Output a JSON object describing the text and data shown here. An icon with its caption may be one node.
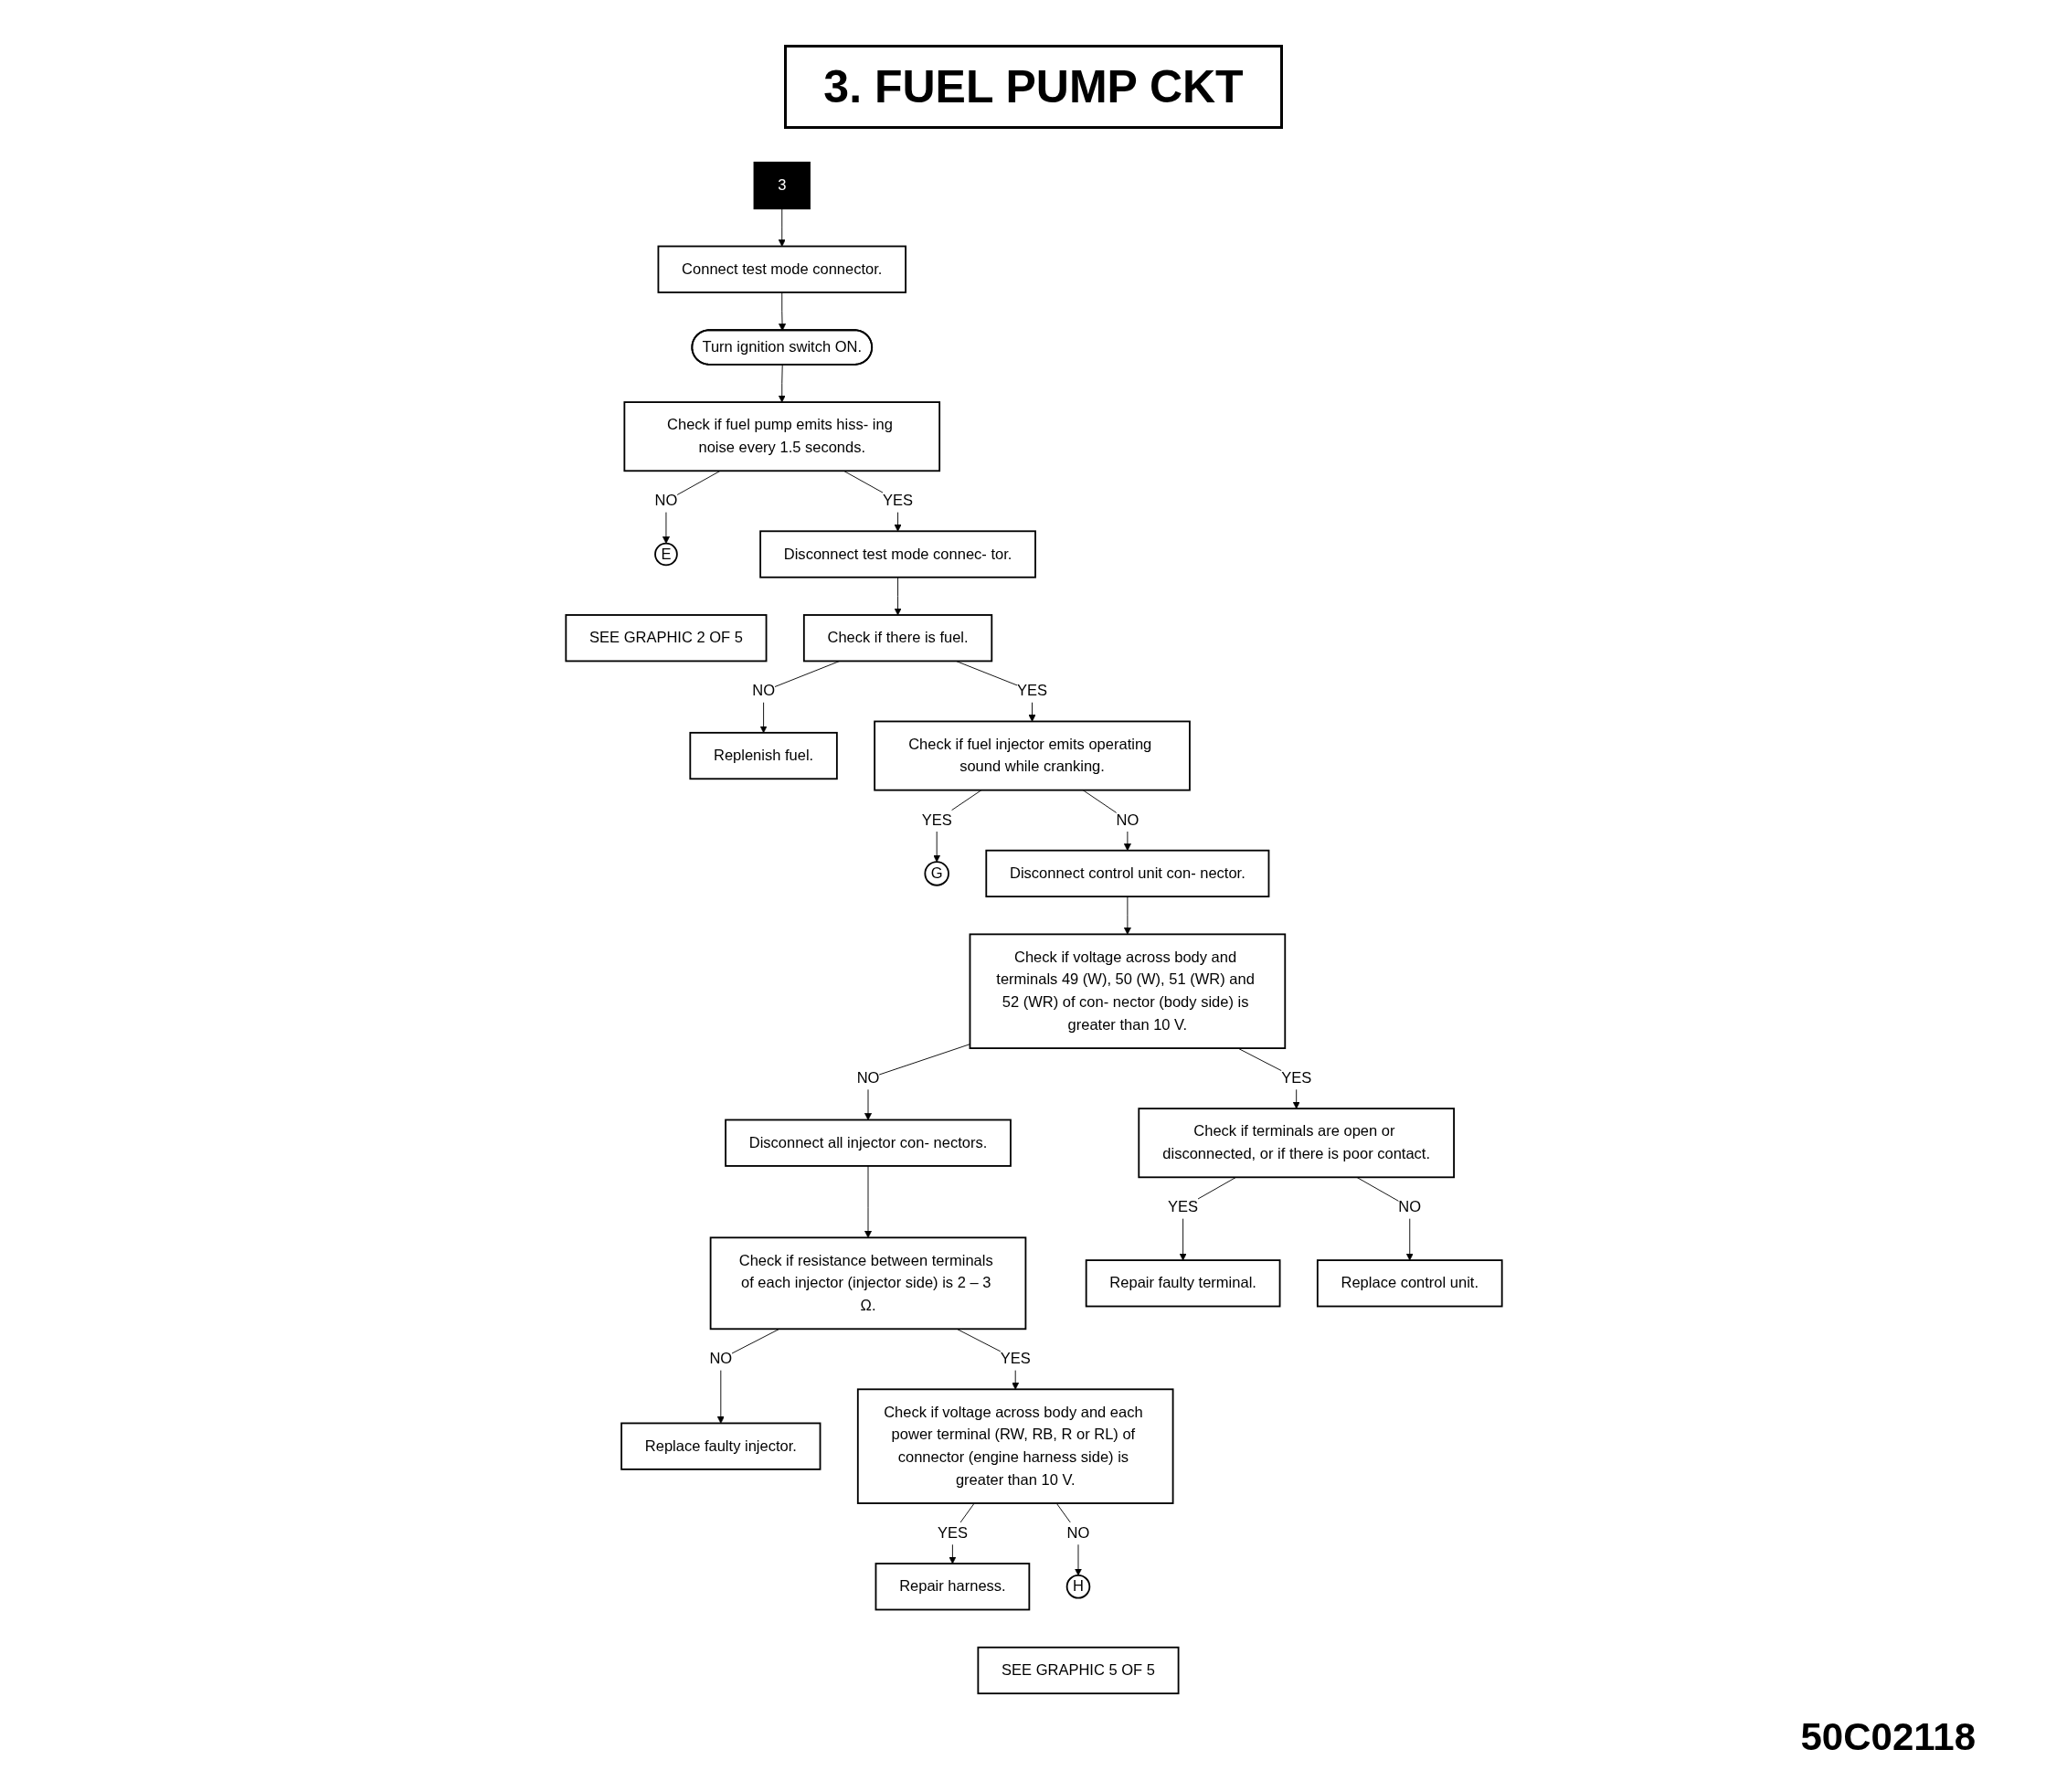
{
  "diagram": {
    "title": "3. FUEL PUMP CKT",
    "nodes": [
      {
        "text": [
          "3"
        ]
      },
      {
        "text": [
          "Connect test mode connector."
        ]
      },
      {
        "text": [
          "Turn ignition switch ON."
        ]
      },
      {
        "text": [
          "Check if fuel pump emits hiss- ing noise every 1.5 seconds."
        ]
      },
      {
        "text": [
          "E"
        ]
      },
      {
        "text": [
          "SEE GRAPHIC 2 OF 5"
        ]
      },
      {
        "text": [
          "Disconnect test mode connec- tor."
        ]
      },
      {
        "text": [
          "Check if there is fuel."
        ]
      },
      {
        "text": [
          "Replenish fuel."
        ]
      },
      {
        "text": [
          "Check if fuel injector emits operating sound while cranking."
        ]
      },
      {
        "text": [
          "G"
        ]
      },
      {
        "text": [
          "Disconnect control unit con- nector."
        ]
      },
      {
        "text": [
          "Disconnect all injector con- nectors."
        ]
      },
      {
        "text": [
          "Check if voltage across body and terminals 49 (W), 50 (W), 51 (WR) and 52 (WR) of con- nector (body side) is greater than 10 V."
        ]
      },
      {
        "text": [
          "Check if resistance between terminals of each injector (injector side) is 2 – 3 Ω."
        ]
      },
      {
        "text": [
          "Replace faulty injector."
        ]
      },
      {
        "text": [
          "Check if voltage across body and each power terminal (RW, RB, R or RL) of connector (engine harness side) is greater than 10 V."
        ]
      },
      {
        "text": [
          "Repair harness."
        ]
      },
      {
        "text": [
          "Check if terminals are open or disconnected, or if there is poor contact."
        ]
      },
      {
        "text": [
          "Repair faulty terminal."
        ]
      },
      {
        "text": [
          "Replace control unit."
        ]
      },
      {
        "text": [
          "H"
        ]
      },
      {
        "text": [
          "SEE GRAPHIC 5 OF 5"
        ]
      }
    ],
    "edges": [
      {
        "from": 0,
        "to": 1,
        "arrow": "to"
      },
      {
        "from": 1,
        "to": 2,
        "arrow": "to"
      },
      {
        "from": 2,
        "to": 3,
        "arrow": "to"
      },
      {
        "from": 3,
        "to": 4,
        "arrow": "to",
        "label": "NO"
      },
      {
        "from": 3,
        "to": 6,
        "arrow": "to",
        "label": "YES"
      },
      {
        "from": 6,
        "to": 7,
        "arrow": "to"
      },
      {
        "from": 7,
        "to": 8,
        "arrow": "to",
        "label": "NO"
      },
      {
        "from": 7,
        "to": 9,
        "arrow": "to",
        "label": "YES"
      },
      {
        "from": 9,
        "to": 10,
        "arrow": "to",
        "label": "YES"
      },
      {
        "from": 9,
        "to": 11,
        "arrow": "to",
        "label": "NO"
      },
      {
        "from": 11,
        "to": 13,
        "arrow": "to"
      },
      {
        "from": 13,
        "to": 12,
        "arrow": "to",
        "label": "NO"
      },
      {
        "from": 13,
        "to": 18,
        "arrow": "to",
        "label": "YES"
      },
      {
        "from": 18,
        "to": 19,
        "arrow": "to",
        "label": "YES"
      },
      {
        "from": 18,
        "to": 20,
        "arrow": "to",
        "label": "NO"
      },
      {
        "from": 12,
        "to": 14,
        "arrow": "to"
      },
      {
        "from": 14,
        "to": 15,
        "arrow": "to",
        "label": "NO"
      },
      {
        "from": 14,
        "to": 16,
        "arrow": "to",
        "label": "YES"
      },
      {
        "from": 16,
        "to": 17,
        "arrow": "to",
        "label": "YES"
      },
      {
        "from": 16,
        "to": 21,
        "arrow": "to",
        "label": "NO"
      }
    ],
    "labels": [
      "50C02118"
    ]
  }
}
